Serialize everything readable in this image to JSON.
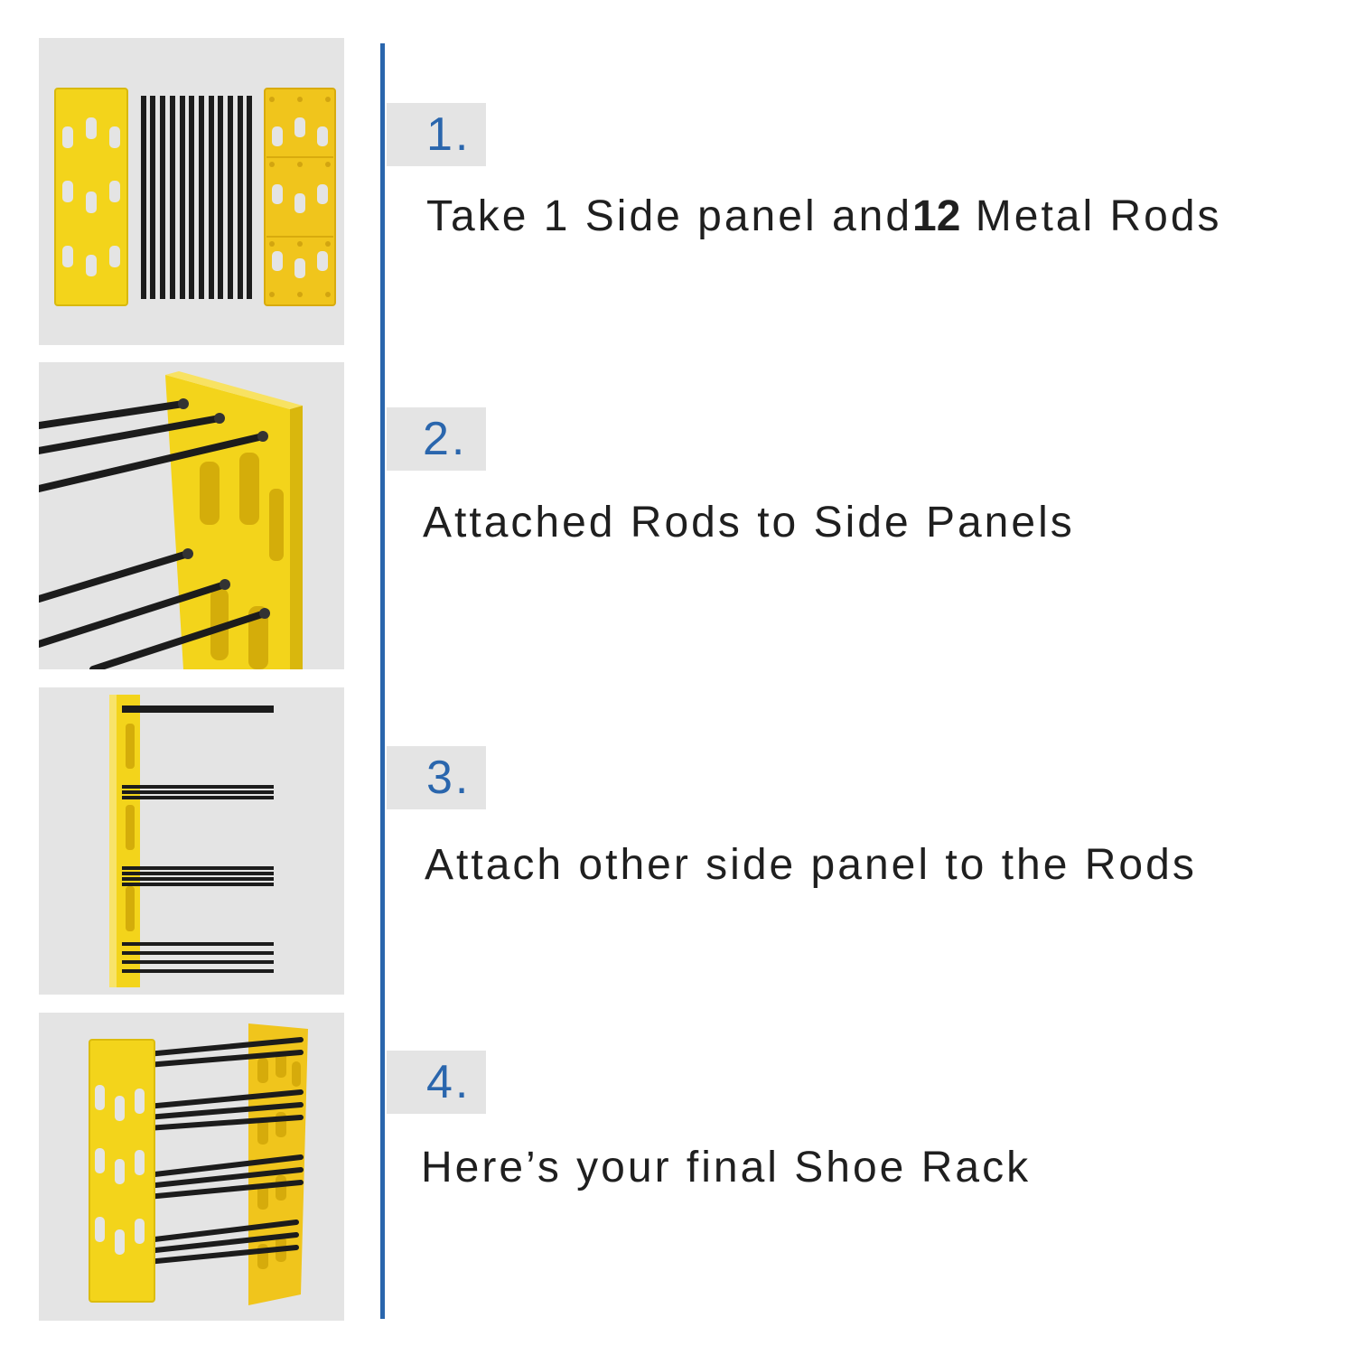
{
  "steps": [
    {
      "number": "1.",
      "text_before": "Take 1 Side panel and",
      "text_bold": "12",
      "text_after": "Metal Rods",
      "photo": "side-panels-and-metal-rods"
    },
    {
      "number": "2.",
      "text": "Attached Rods to Side Panels",
      "photo": "rods-attached-to-side-panel"
    },
    {
      "number": "3.",
      "text": "Attach other side panel to the Rods",
      "photo": "rack-side-view"
    },
    {
      "number": "4.",
      "text": "Here’s your final Shoe Rack",
      "photo": "assembled-shoe-rack"
    }
  ],
  "colors": {
    "accent_blue": "#2a66ad",
    "panel_yellow": "#f3d41b",
    "rod_black": "#1c1c1c",
    "photo_background": "#e4e4e4"
  }
}
